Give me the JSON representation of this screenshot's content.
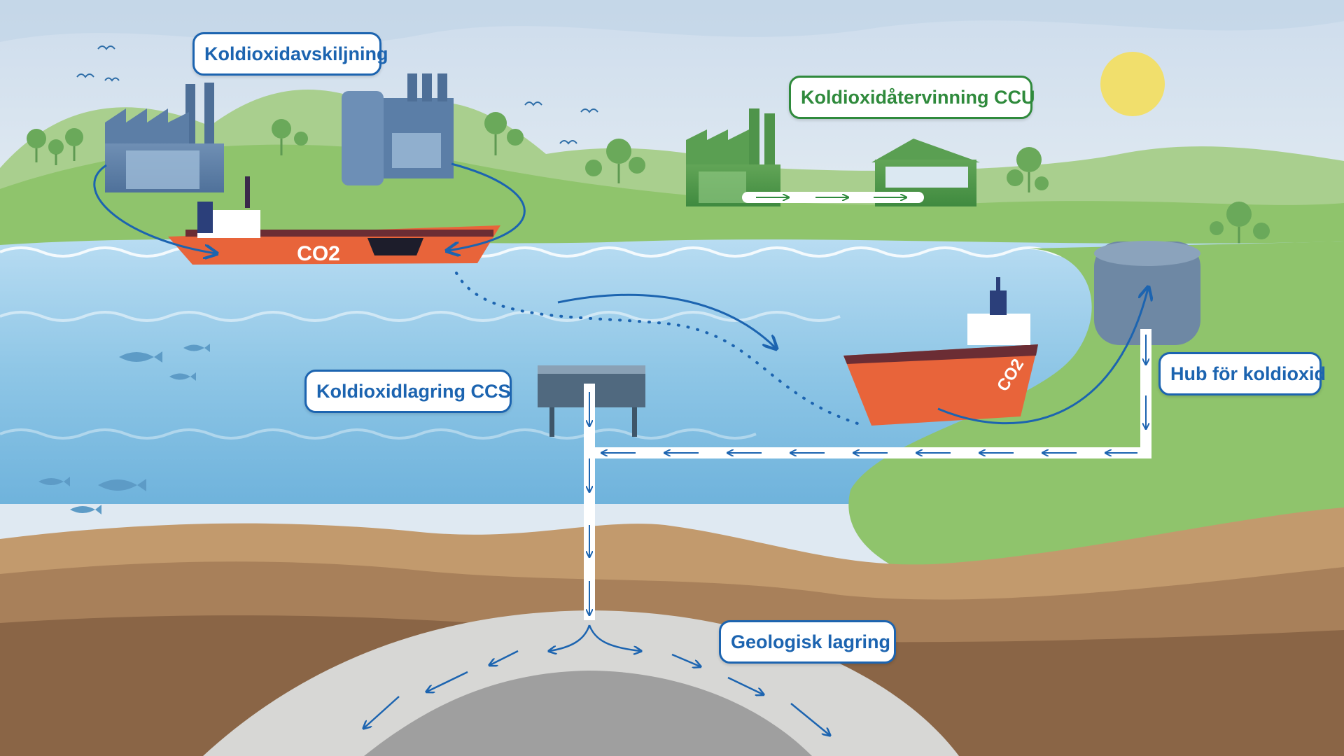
{
  "labels": {
    "capture": "Koldioxidavskiljning",
    "ccu": "Koldioxidåtervinning CCU",
    "ccs": "Koldioxidlagring CCS",
    "hub": "Hub för koldioxid",
    "geological": "Geologisk lagring"
  },
  "ships": {
    "ship1_marking": "CO2",
    "ship2_marking": "CO2"
  },
  "colors": {
    "arrow_blue": "#1c64b0",
    "label_green": "#2f8a3c",
    "ship_orange": "#e8643a",
    "sea": "#8cc4e4",
    "land_green": "#8fc46c",
    "sun": "#f1df6c"
  }
}
